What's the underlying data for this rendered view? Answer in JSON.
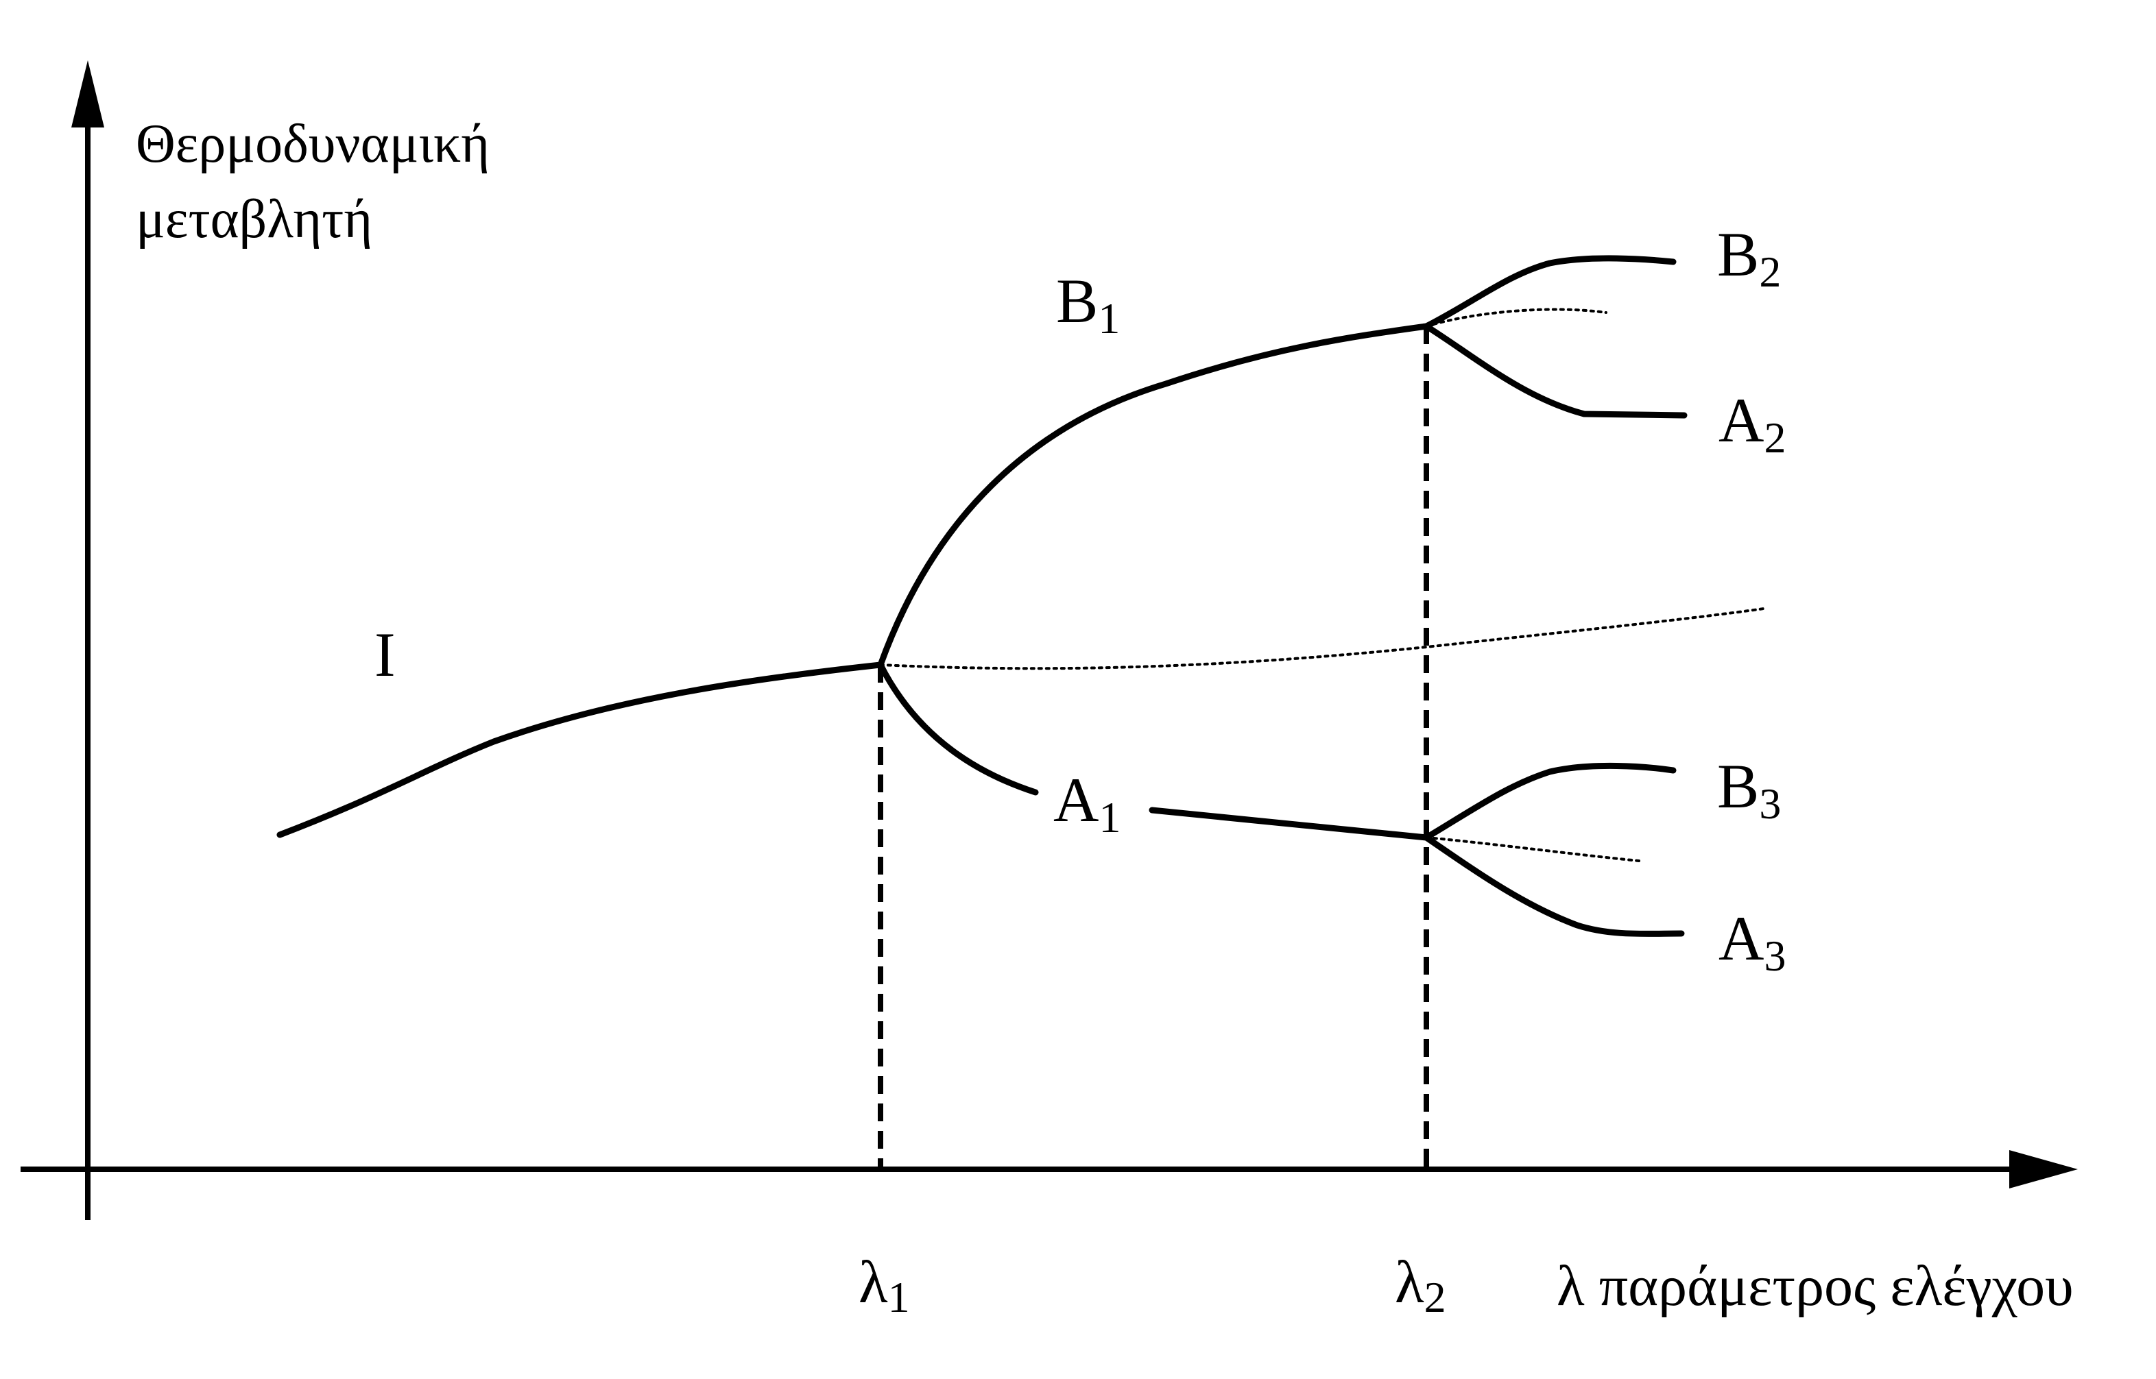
{
  "diagram": {
    "y_axis_label_line1": "Θερμοδυναμική",
    "y_axis_label_line2": "μεταβλητή",
    "x_axis_label": "λ παράμετρος ελέγχου",
    "critical_points": [
      {
        "symbol": "λ",
        "subscript": "1"
      },
      {
        "symbol": "λ",
        "subscript": "2"
      }
    ],
    "branches": {
      "I": {
        "symbol": "I",
        "subscript": ""
      },
      "B1": {
        "symbol": "B",
        "subscript": "1"
      },
      "A1": {
        "symbol": "A",
        "subscript": "1"
      },
      "B2": {
        "symbol": "B",
        "subscript": "2"
      },
      "A2": {
        "symbol": "A",
        "subscript": "2"
      },
      "B3": {
        "symbol": "B",
        "subscript": "3"
      },
      "A3": {
        "symbol": "A",
        "subscript": "3"
      }
    }
  }
}
